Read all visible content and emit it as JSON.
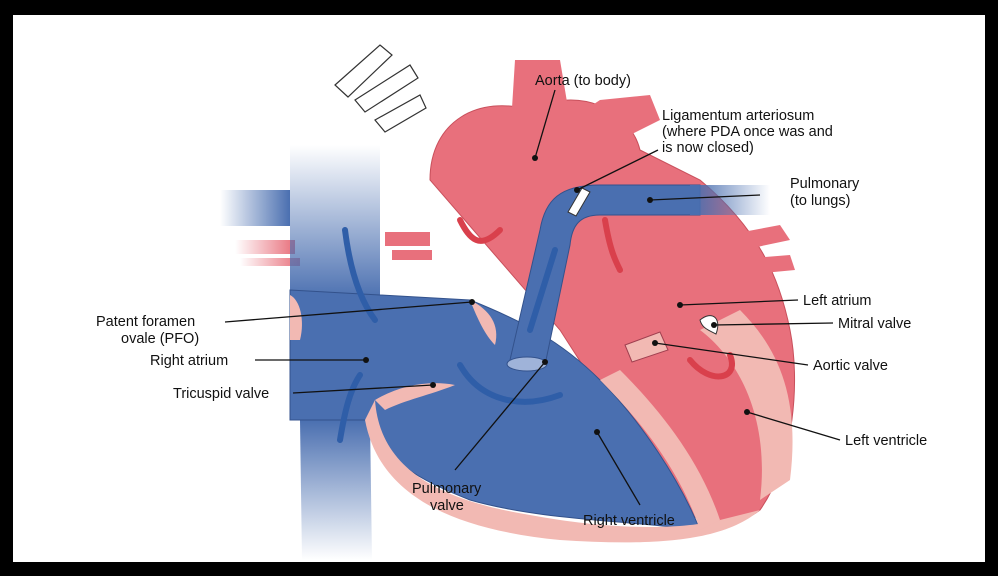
{
  "labels": {
    "aorta": "Aorta (to body)",
    "ligamentum_1": "Ligamentum arteriosum",
    "ligamentum_2": "(where PDA once was and",
    "ligamentum_3": "is now closed)",
    "pulmonary_1": "Pulmonary",
    "pulmonary_2": "(to lungs)",
    "left_atrium": "Left atrium",
    "mitral_valve": "Mitral valve",
    "aortic_valve": "Aortic valve",
    "left_ventricle": "Left ventricle",
    "pfo_1": "Patent foramen",
    "pfo_2": "ovale (PFO)",
    "right_atrium": "Right atrium",
    "tricuspid_valve": "Tricuspid valve",
    "pulmonary_valve_1": "Pulmonary",
    "pulmonary_valve_2": "valve",
    "right_ventricle": "Right ventricle"
  },
  "colors": {
    "oxygenated": "#e8707c",
    "oxygenated_light": "#f3a4ab",
    "deoxygenated": "#4a6fb0",
    "deoxygenated_light": "#9fb3d9",
    "tissue": "#f2b9b3",
    "arrow_blue": "#2f5ea8",
    "arrow_red": "#d9404c"
  }
}
